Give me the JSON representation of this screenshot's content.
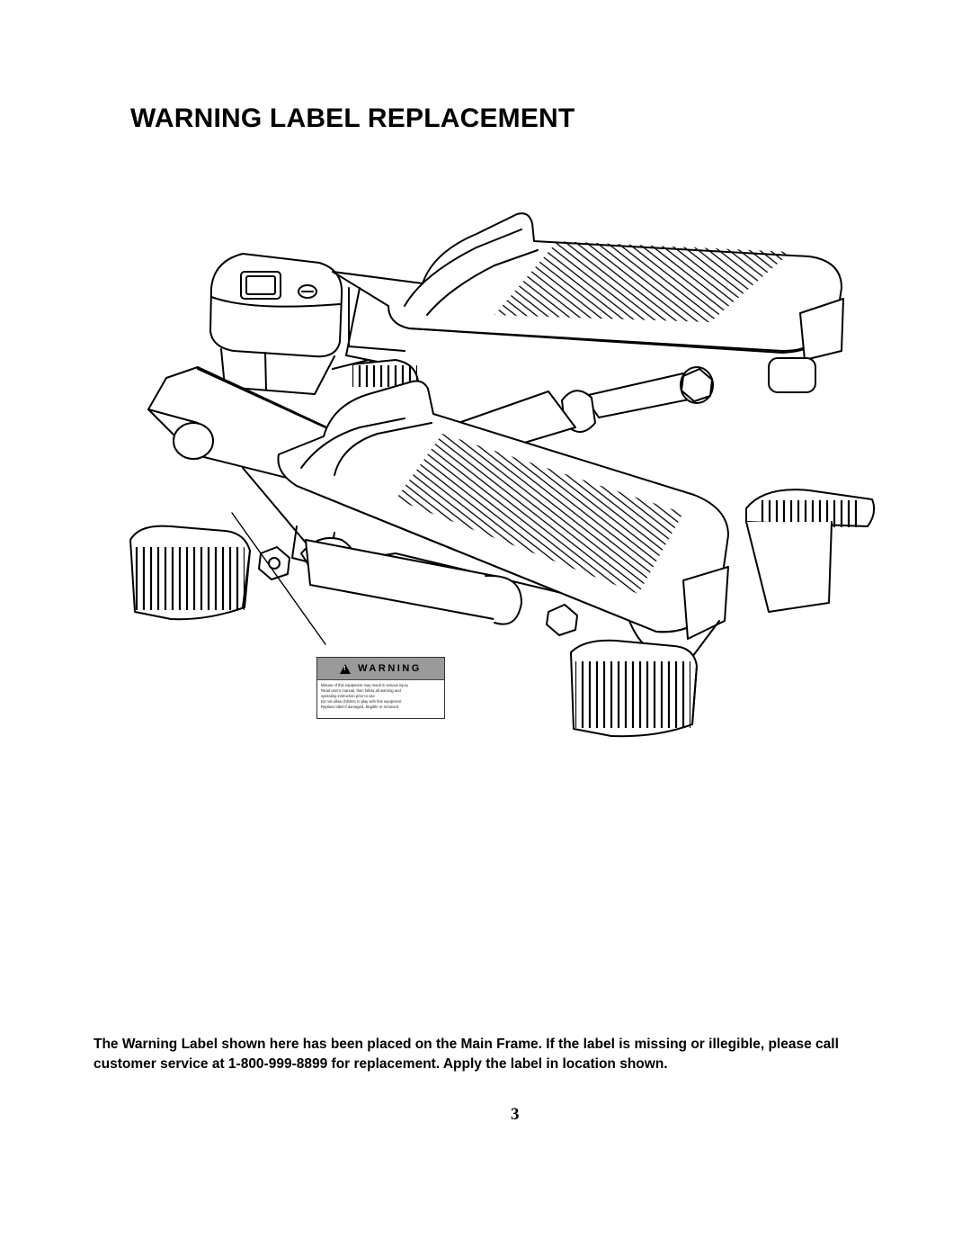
{
  "document": {
    "title": "WARNING LABEL REPLACEMENT",
    "figure": {
      "warning_label": {
        "title": "WARNING",
        "icon": "warning-triangle-icon",
        "lines": [
          "Misuse of this equipment may result in serious injury",
          "Read user's manual, then follow all warning and",
          "operating instruction prior to use",
          "Do not allow children to play with this equipment",
          "Replace label if damaged, illegible or removed"
        ]
      }
    },
    "body_text": "The Warning Label shown here has been placed on the Main Frame. If the label is missing or illegible, please call customer service at 1-800-999-8899 for replacement. Apply the label in location shown.",
    "page_number": "3"
  }
}
